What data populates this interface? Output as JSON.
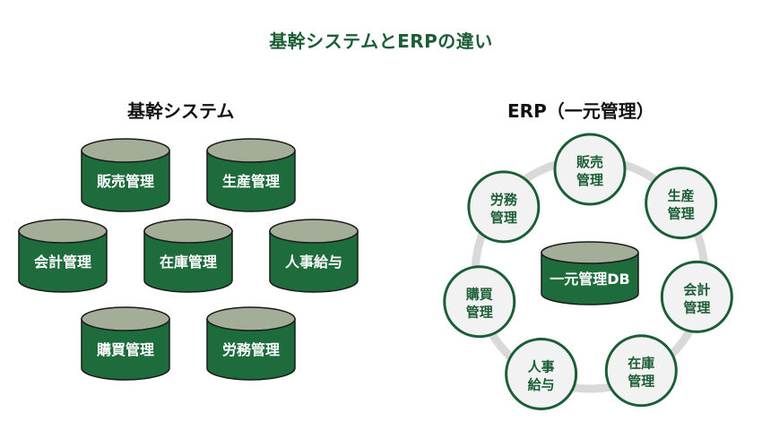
{
  "title": "基幹システムとERPの違い",
  "left": {
    "heading": "基幹システム",
    "systems": [
      {
        "label": "販売管理"
      },
      {
        "label": "生産管理"
      },
      {
        "label": "会計管理"
      },
      {
        "label": "在庫管理"
      },
      {
        "label": "人事給与"
      },
      {
        "label": "購買管理"
      },
      {
        "label": "労務管理"
      }
    ]
  },
  "right": {
    "heading": "ERP（一元管理）",
    "center_db": "一元管理DB",
    "modules": [
      {
        "line1": "販売",
        "line2": "管理"
      },
      {
        "line1": "生産",
        "line2": "管理"
      },
      {
        "line1": "会計",
        "line2": "管理"
      },
      {
        "line1": "在庫",
        "line2": "管理"
      },
      {
        "line1": "人事",
        "line2": "給与"
      },
      {
        "line1": "購買",
        "line2": "管理"
      },
      {
        "line1": "労務",
        "line2": "管理"
      }
    ]
  },
  "colors": {
    "accent_green": "#1b5e35",
    "cylinder_body": "#1e6b3c",
    "cylinder_top": "#a4ad98",
    "ring_gray": "#d9d9d9",
    "node_fill": "#f2f2f2"
  }
}
